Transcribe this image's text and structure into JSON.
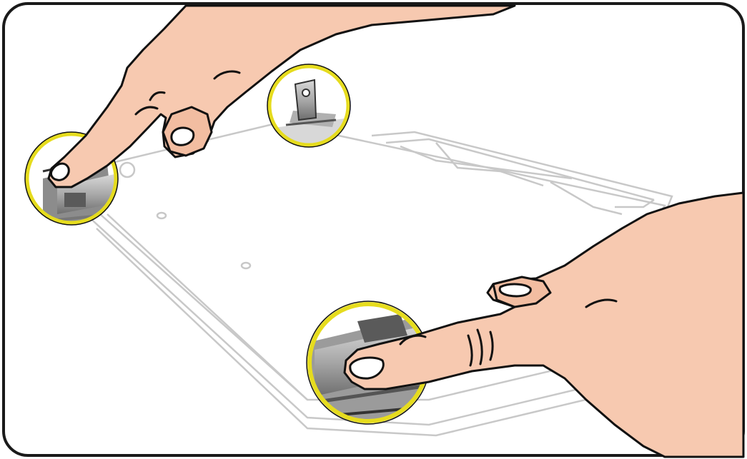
{
  "illustration": {
    "frame_color": "#1a1a1a",
    "callout_ring_color": "#e6dc1e",
    "skin_color": "#f7c9b0",
    "skin_shadow_color": "#e8a98c",
    "outline_color": "#111111",
    "device_line_color": "#c8c8c8",
    "metal_gray": "#9a9a9a",
    "callouts": [
      {
        "name": "top-left-clip-callout"
      },
      {
        "name": "top-center-clip-callout"
      },
      {
        "name": "bottom-right-clip-callout"
      }
    ]
  }
}
